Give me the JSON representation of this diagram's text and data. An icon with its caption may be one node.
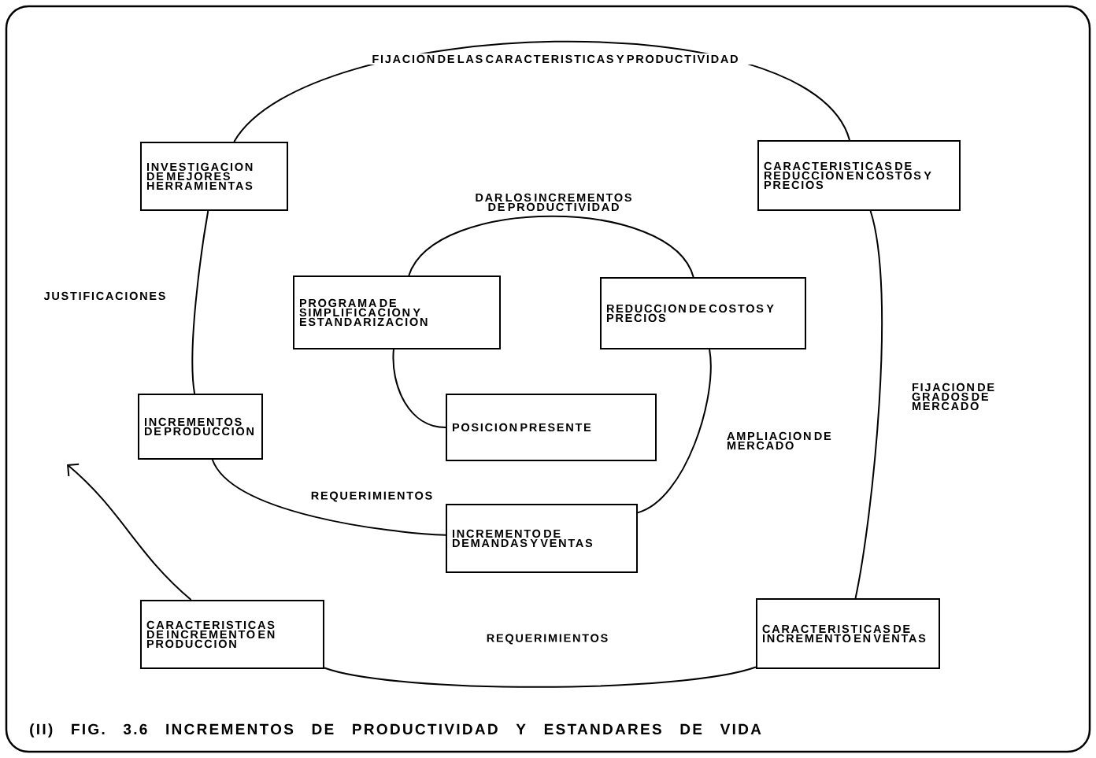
{
  "diagram": {
    "caption": "(II) FIG. 3.6 INCREMENTOS DE PRODUCTIVIDAD Y ESTANDARES DE VIDA",
    "nodes": [
      {
        "text": [
          "INVESTIGACION DE MEJORES HERRAMIENTAS"
        ]
      },
      {
        "text": [
          "CARACTERISTICAS DE REDUCCION EN COSTOS Y PRECIOS"
        ]
      },
      {
        "text": [
          "PROGRAMA DE SIMPLIFICACION Y ESTANDARIZACION"
        ]
      },
      {
        "text": [
          "REDUCCION DE COSTOS Y PRECIOS"
        ]
      },
      {
        "text": [
          "INCREMENTOS DE PRODUCCION"
        ]
      },
      {
        "text": [
          "POSICION PRESENTE"
        ]
      },
      {
        "text": [
          "INCREMENTO DE DEMANDAS Y VENTAS"
        ]
      },
      {
        "text": [
          "CARACTERISTICAS DE INCREMENTO EN PRODUCCION"
        ]
      },
      {
        "text": [
          "CARACTERISTICAS DE INCREMENTO EN VENTAS"
        ]
      }
    ],
    "edges": [
      {
        "from": 0,
        "to": 1,
        "arrow": "none",
        "label": "FIJACION DE LAS CARACTERISTICAS Y PRODUCTIVIDAD"
      },
      {
        "from": 1,
        "to": 8,
        "arrow": "none",
        "label": "FIJACION DE GRADOS DE MERCADO"
      },
      {
        "from": 8,
        "to": 7,
        "arrow": "none",
        "label": "REQUERIMIENTOS"
      },
      {
        "from": 0,
        "to": 4,
        "arrow": "none",
        "label": "JUSTIFICACIONES"
      },
      {
        "from": 4,
        "to": 6,
        "arrow": "none",
        "label": "REQUERIMIENTOS"
      },
      {
        "from": 2,
        "to": 3,
        "arrow": "none",
        "label": "DAR LOS INCREMENTOS DE PRODUCTIVIDAD"
      },
      {
        "from": 3,
        "to": 6,
        "arrow": "none",
        "label": "AMPLIACION DE MERCADO"
      },
      {
        "from": 2,
        "to": 5,
        "arrow": "none"
      },
      {
        "from": 7,
        "to": null,
        "arrow": "to"
      }
    ]
  }
}
